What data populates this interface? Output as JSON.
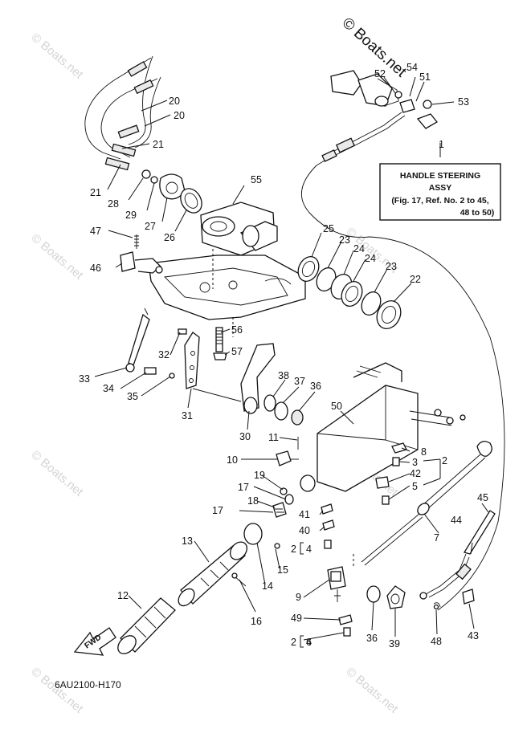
{
  "copyright": "© Boats.net",
  "watermark": "© Boats.net",
  "diagram_code": "6AU2100-H170",
  "fwd_label": "FWD",
  "note_box": {
    "line1": "HANDLE STEERING",
    "line2": "ASSY",
    "line3": "(Fig. 17, Ref. No. 2 to 45,",
    "line4": "48 to 50)"
  },
  "callouts": {
    "c1": "1",
    "c2a": "2",
    "c2b": "2",
    "c2c": "2",
    "c3": "3",
    "c4a": "4",
    "c4b": "4",
    "c5": "5",
    "c6": "6",
    "c7": "7",
    "c8": "8",
    "c9": "9",
    "c10": "10",
    "c11": "11",
    "c12": "12",
    "c13": "13",
    "c14": "14",
    "c15": "15",
    "c16": "16",
    "c17a": "17",
    "c17b": "17",
    "c18": "18",
    "c19": "19",
    "c20a": "20",
    "c20b": "20",
    "c21a": "21",
    "c21b": "21",
    "c22": "22",
    "c23a": "23",
    "c23b": "23",
    "c24a": "24",
    "c24b": "24",
    "c25": "25",
    "c26": "26",
    "c27": "27",
    "c28": "28",
    "c29": "29",
    "c30": "30",
    "c31": "31",
    "c32": "32",
    "c33": "33",
    "c34": "34",
    "c35": "35",
    "c36a": "36",
    "c36b": "36",
    "c37": "37",
    "c38": "38",
    "c39": "39",
    "c40": "40",
    "c41": "41",
    "c42": "42",
    "c43": "43",
    "c44": "44",
    "c45": "45",
    "c46": "46",
    "c47": "47",
    "c48": "48",
    "c49": "49",
    "c50": "50",
    "c51": "51",
    "c52": "52",
    "c53": "53",
    "c54": "54",
    "c55": "55",
    "c56": "56",
    "c57": "57"
  }
}
